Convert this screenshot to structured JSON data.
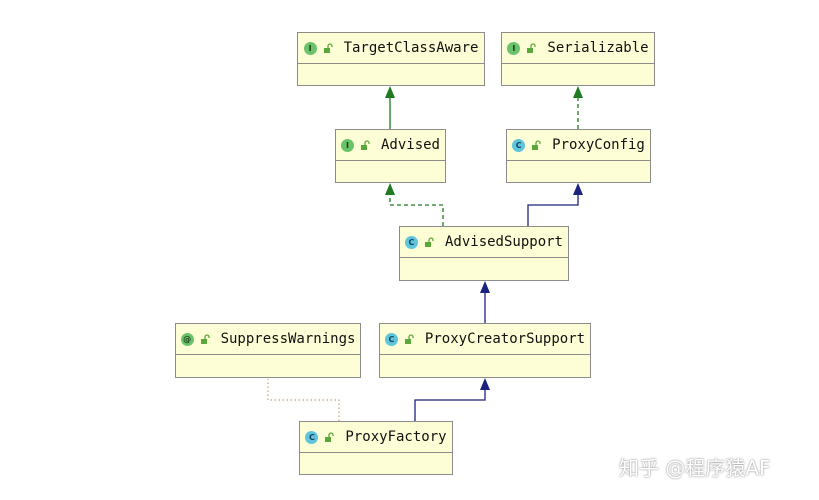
{
  "nodes": [
    {
      "id": "target_class_aware",
      "label": "TargetClassAware",
      "kind": "I",
      "kind_type": "interface"
    },
    {
      "id": "serializable",
      "label": "Serializable",
      "kind": "I",
      "kind_type": "interface"
    },
    {
      "id": "advised",
      "label": "Advised",
      "kind": "I",
      "kind_type": "interface"
    },
    {
      "id": "proxy_config",
      "label": "ProxyConfig",
      "kind": "C",
      "kind_type": "class"
    },
    {
      "id": "advised_support",
      "label": "AdvisedSupport",
      "kind": "C",
      "kind_type": "class"
    },
    {
      "id": "suppress_warnings",
      "label": "SuppressWarnings",
      "kind": "@",
      "kind_type": "annotation"
    },
    {
      "id": "proxy_creator_support",
      "label": "ProxyCreatorSupport",
      "kind": "C",
      "kind_type": "class"
    },
    {
      "id": "proxy_factory",
      "label": "ProxyFactory",
      "kind": "C",
      "kind_type": "class"
    }
  ],
  "edges": [
    {
      "from": "advised",
      "to": "target_class_aware",
      "relation": "extends"
    },
    {
      "from": "proxy_config",
      "to": "serializable",
      "relation": "implements"
    },
    {
      "from": "advised_support",
      "to": "advised",
      "relation": "implements"
    },
    {
      "from": "advised_support",
      "to": "proxy_config",
      "relation": "extends"
    },
    {
      "from": "proxy_creator_support",
      "to": "advised_support",
      "relation": "extends"
    },
    {
      "from": "proxy_factory",
      "to": "proxy_creator_support",
      "relation": "extends"
    },
    {
      "from": "proxy_factory",
      "to": "suppress_warnings",
      "relation": "annotated-by"
    }
  ],
  "colors": {
    "node_fill": "#fefed6",
    "node_border": "#8c8c8c",
    "interface_edge": "#1e7b1e",
    "class_edge": "#1a237e",
    "annotation_edge": "#c8a27a"
  },
  "watermark": "知乎 @程序猿AF"
}
